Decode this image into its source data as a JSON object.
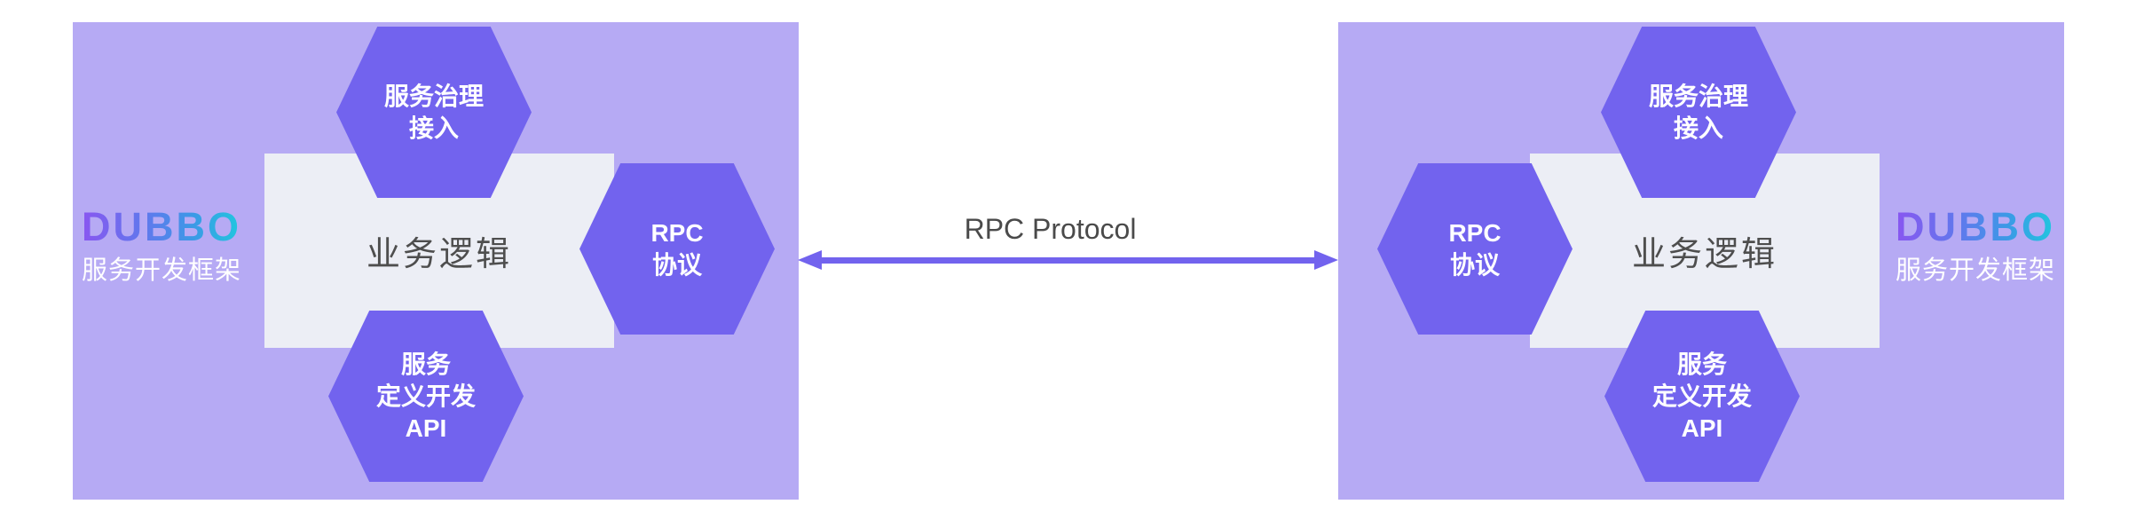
{
  "diagram": {
    "title": "Dubbo service framework RPC diagram",
    "connector": {
      "label": "RPC Protocol"
    },
    "panels": [
      {
        "side": "left",
        "logo": {
          "word": "DUBBO",
          "tagline": "服务开发框架"
        },
        "logic_box": {
          "label": "业务逻辑"
        },
        "hex_governance": {
          "lines": [
            "服务治理",
            "接入"
          ]
        },
        "hex_rpc": {
          "lines": [
            "RPC",
            "协议"
          ]
        },
        "hex_api": {
          "lines": [
            "服务",
            "定义开发",
            "API"
          ]
        }
      },
      {
        "side": "right",
        "logo": {
          "word": "DUBBO",
          "tagline": "服务开发框架"
        },
        "logic_box": {
          "label": "业务逻辑"
        },
        "hex_governance": {
          "lines": [
            "服务治理",
            "接入"
          ]
        },
        "hex_rpc": {
          "lines": [
            "RPC",
            "协议"
          ]
        },
        "hex_api": {
          "lines": [
            "服务",
            "定义开发",
            "API"
          ]
        }
      }
    ],
    "colors": {
      "panel_bg": "#b6aaf4",
      "hexagon": "#7263ee",
      "logic_box_bg": "#eceef5",
      "arrow": "#7263ee",
      "connector_label_text": "#4a4a4a",
      "logic_label_text": "#4e4e4e",
      "hexagon_text": "#ffffff",
      "tagline_text": "#ffffff",
      "logo_gradient_start": "#8a55f0",
      "logo_gradient_end": "#1fc9de"
    }
  }
}
